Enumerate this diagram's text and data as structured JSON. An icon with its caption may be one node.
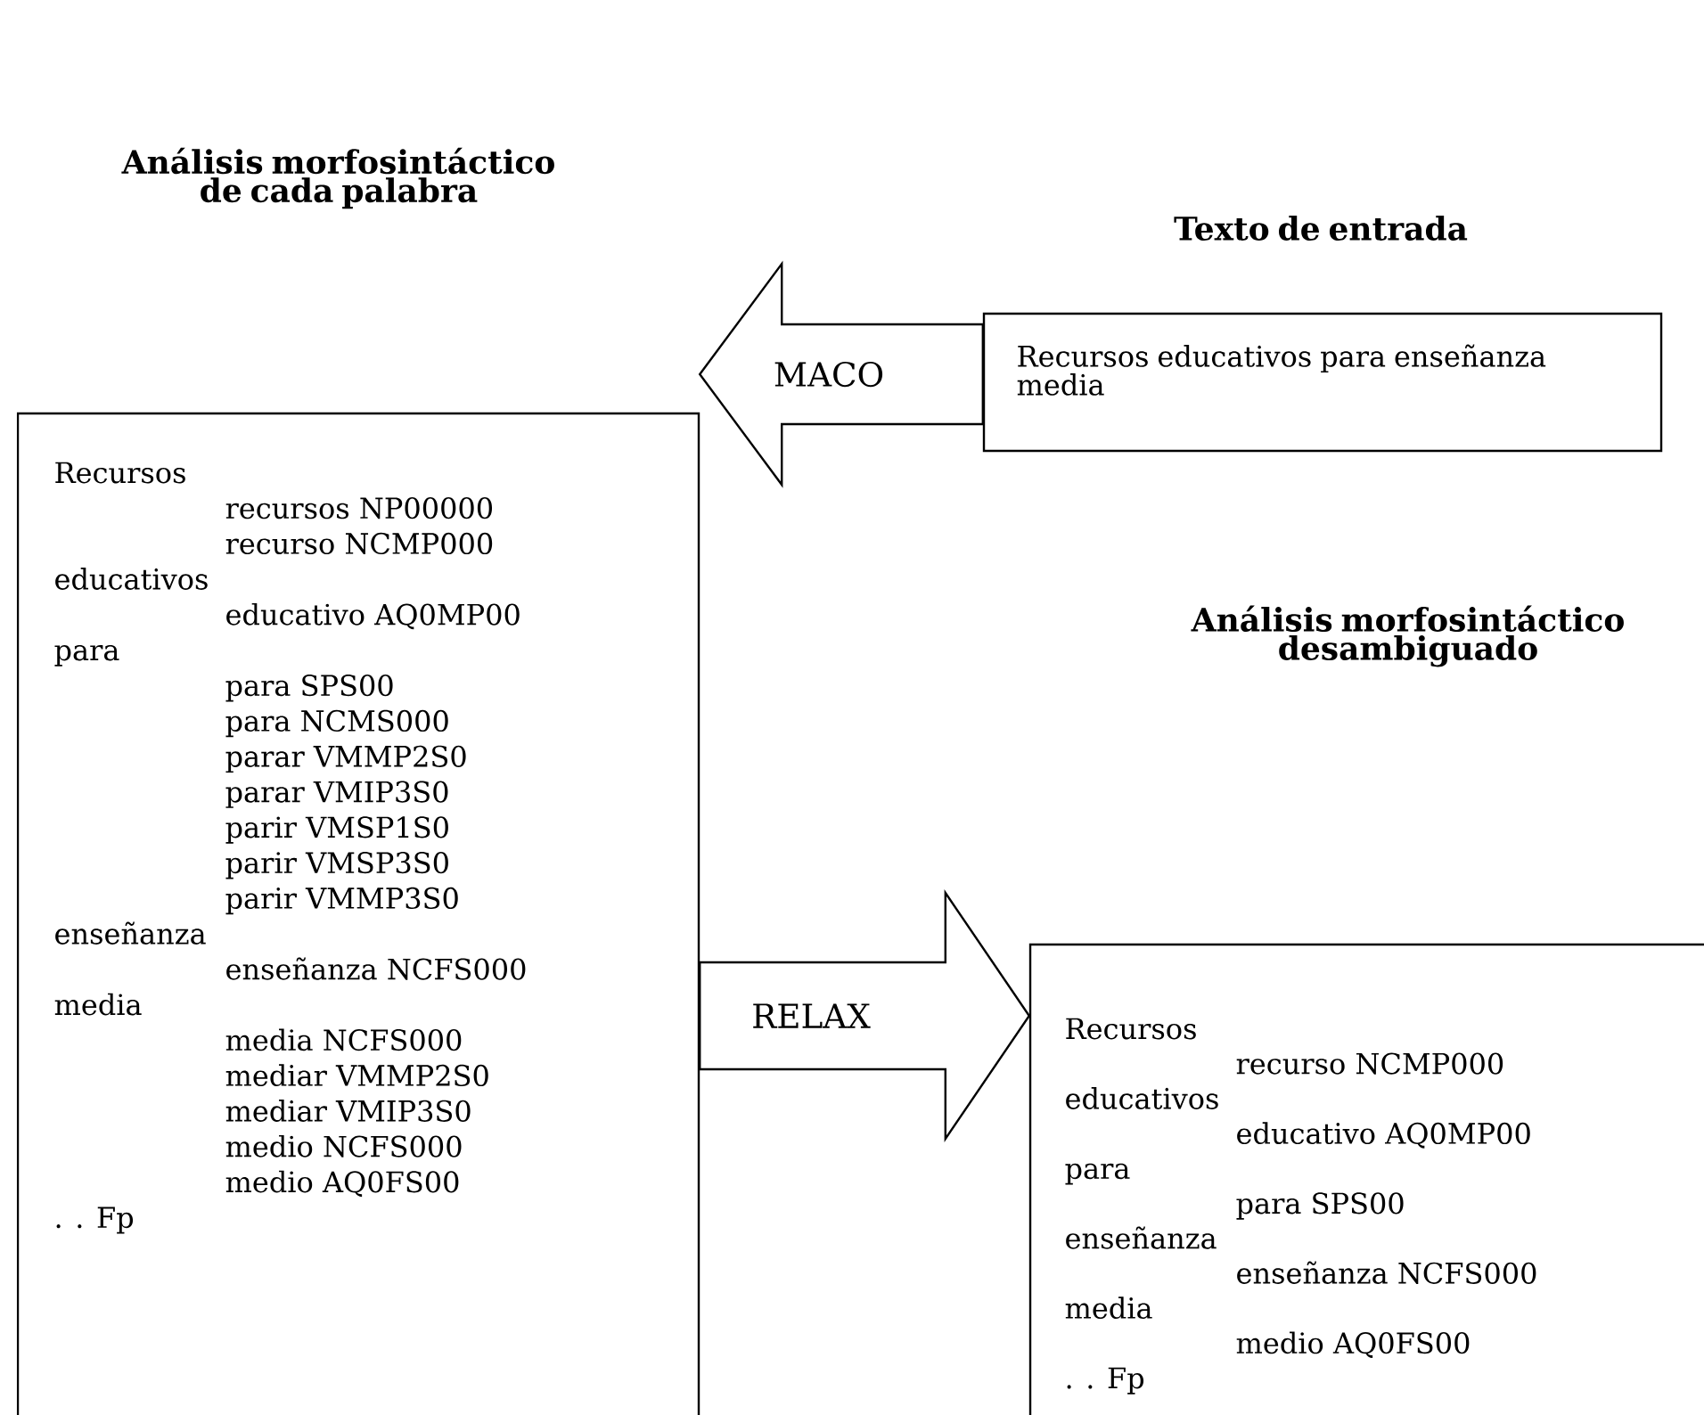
{
  "diagram": {
    "nodes": [
      {
        "text": [
          "Recursos",
          "recursos NP00000",
          "recurso NCMP000",
          "educativos",
          "educativo AQ0MP00",
          "para",
          "para SPS00",
          "para NCMS000",
          "parar VMMP2S0",
          "parar VMIP3S0",
          "parir VMSP1S0",
          "parir VMSP3S0",
          "parir VMMP3S0",
          "enseñanza",
          "enseñanza NCFS000",
          "media",
          "media NCFS000",
          "mediar VMMP2S0",
          "mediar VMIP3S0",
          "medio NCFS000",
          "medio AQ0FS00",
          ". . Fp"
        ]
      },
      {
        "text": [
          "Texto de entrada",
          "Recursos educativos para enseñanza media"
        ]
      },
      {
        "text": [
          "Recursos",
          "recurso NCMP000",
          "educativos",
          "educativo AQ0MP00",
          "para",
          "para SPS00",
          "enseñanza",
          "enseñanza NCFS000",
          "media",
          "medio AQ0FS00",
          ". . Fp"
        ]
      }
    ],
    "edges": [
      {
        "from": 1,
        "to": 0,
        "arrow": "to",
        "label": "MACO"
      },
      {
        "from": 0,
        "to": 2,
        "arrow": "to",
        "label": "RELAX"
      }
    ],
    "labels": [
      "Análisis morfosintáctico de cada palabra",
      "Análisis morfosintáctico desambiguado"
    ]
  }
}
